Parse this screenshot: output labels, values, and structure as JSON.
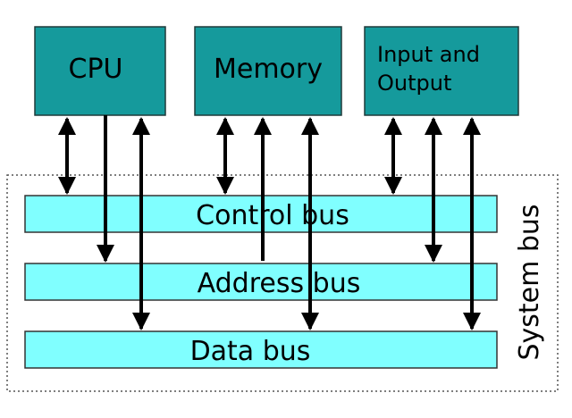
{
  "components": {
    "cpu": {
      "label": "CPU"
    },
    "memory": {
      "label": "Memory"
    },
    "io": {
      "label_line1": "Input and",
      "label_line2": "Output"
    }
  },
  "buses": {
    "control": {
      "label": "Control bus"
    },
    "address": {
      "label": "Address bus"
    },
    "data": {
      "label": "Data bus"
    }
  },
  "system_bus": {
    "label": "System bus"
  },
  "colors": {
    "component_fill": "#159a9c",
    "bus_fill": "#80ffff",
    "border": "#1e3a3a",
    "arrow": "#000000"
  }
}
